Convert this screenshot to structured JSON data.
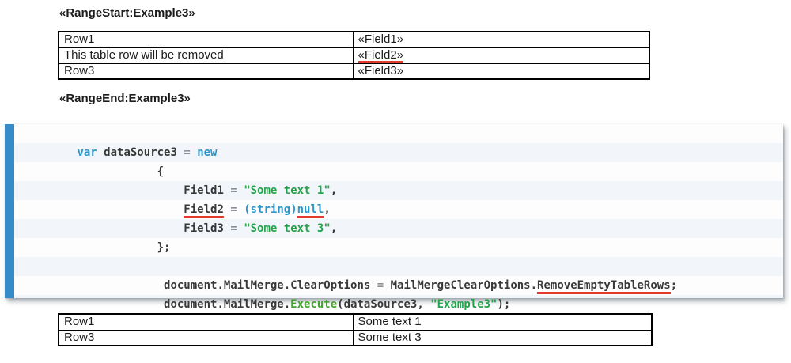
{
  "theme": {
    "kw": "#2e96c8",
    "str": "#23a24b",
    "mth": "#42a32e",
    "op": "#8a9199",
    "pln": "#383838",
    "underline": "#e23b2b",
    "bar": "#368bc9",
    "stripe-a": "#fdfdfe",
    "stripe-b": "#f2f6fa",
    "tbl-border": "#000000",
    "text": "#1c1c1c"
  },
  "headings": {
    "range_start": "«RangeStart:Example3»",
    "range_end": "«RangeEnd:Example3»"
  },
  "template_table": {
    "rows": [
      {
        "left": "Row1",
        "right": "«Field1»"
      },
      {
        "left": "This table row will be removed",
        "right": "«Field2»"
      },
      {
        "left": "Row3",
        "right": "«Field3»"
      }
    ]
  },
  "result_table": {
    "rows": [
      {
        "left": "Row1",
        "right": "Some text 1"
      },
      {
        "left": "Row3",
        "right": "Some text 3"
      }
    ]
  },
  "code": {
    "lines": [
      {
        "tokens": [
          {
            "t": "var",
            "s": "kw"
          },
          {
            "t": " dataSource3 ",
            "s": "pln"
          },
          {
            "t": "=",
            "s": "op"
          },
          {
            "t": " ",
            "s": "pln"
          },
          {
            "t": "new",
            "s": "kw"
          }
        ]
      },
      {
        "tokens": [
          {
            "t": "            {",
            "s": "pln"
          }
        ]
      },
      {
        "tokens": [
          {
            "t": "                Field1 ",
            "s": "pln"
          },
          {
            "t": "=",
            "s": "op"
          },
          {
            "t": " ",
            "s": "pln"
          },
          {
            "t": "\"Some text 1\"",
            "s": "str"
          },
          {
            "t": ",",
            "s": "pln"
          }
        ]
      },
      {
        "tokens": [
          {
            "t": "                ",
            "s": "pln"
          },
          {
            "t": "Field2",
            "s": "pln rl"
          },
          {
            "t": " ",
            "s": "pln"
          },
          {
            "t": "=",
            "s": "op"
          },
          {
            "t": " ",
            "s": "pln"
          },
          {
            "t": "(string)",
            "s": "kw"
          },
          {
            "t": "null",
            "s": "kw rl"
          },
          {
            "t": ",",
            "s": "pln"
          }
        ]
      },
      {
        "tokens": [
          {
            "t": "                Field3 ",
            "s": "pln"
          },
          {
            "t": "=",
            "s": "op"
          },
          {
            "t": " ",
            "s": "pln"
          },
          {
            "t": "\"Some text 3\"",
            "s": "str"
          },
          {
            "t": ",",
            "s": "pln"
          }
        ]
      },
      {
        "tokens": [
          {
            "t": "            };",
            "s": "pln"
          }
        ]
      },
      {
        "tokens": []
      },
      {
        "tokens": [
          {
            "t": "             document.MailMerge.ClearOptions ",
            "s": "pln"
          },
          {
            "t": "=",
            "s": "op"
          },
          {
            "t": " MailMergeClearOptions.",
            "s": "pln"
          },
          {
            "t": "RemoveEmptyTableRows",
            "s": "pln rl"
          },
          {
            "t": ";",
            "s": "pln"
          }
        ]
      },
      {
        "tokens": [
          {
            "t": "             document.MailMerge.",
            "s": "pln"
          },
          {
            "t": "Execute",
            "s": "mth"
          },
          {
            "t": "(dataSource3, ",
            "s": "pln"
          },
          {
            "t": "\"Example3\"",
            "s": "str"
          },
          {
            "t": ");",
            "s": "pln"
          }
        ]
      }
    ]
  }
}
